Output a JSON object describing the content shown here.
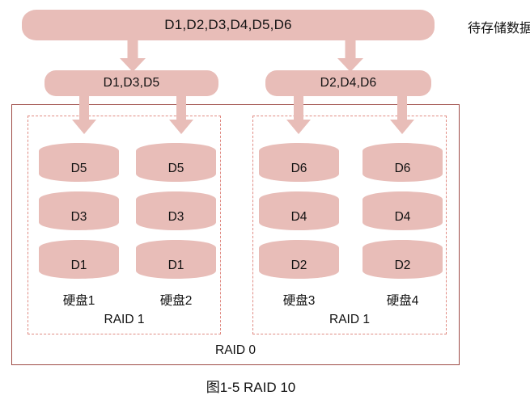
{
  "figure": {
    "caption": "图1-5  RAID 10",
    "side_label": "待存储数据",
    "colors": {
      "fill": "#e8bdb8",
      "outer_border": "#9e4b46",
      "dashed_border": "#e08b83",
      "text": "#111111"
    }
  },
  "source_bar": {
    "label": "D1,D2,D3,D4,D5,D6"
  },
  "stripe_bars": [
    {
      "label": "D1,D3,D5"
    },
    {
      "label": "D2,D4,D6"
    }
  ],
  "arrows": {
    "top_to_stripe": [
      {
        "name": "arrow-source-to-stripe-left"
      },
      {
        "name": "arrow-source-to-stripe-right"
      }
    ],
    "stripe_to_disk": [
      {
        "name": "arrow-stripe-left-to-disk1"
      },
      {
        "name": "arrow-stripe-left-to-disk2"
      },
      {
        "name": "arrow-stripe-right-to-disk3"
      },
      {
        "name": "arrow-stripe-right-to-disk4"
      }
    ]
  },
  "raid0": {
    "label": "RAID 0"
  },
  "raid1_groups": [
    {
      "label": "RAID 1",
      "disks": [
        {
          "name": "硬盘1",
          "blocks": [
            "D5",
            "D3",
            "D1"
          ]
        },
        {
          "name": "硬盘2",
          "blocks": [
            "D5",
            "D3",
            "D1"
          ]
        }
      ]
    },
    {
      "label": "RAID 1",
      "disks": [
        {
          "name": "硬盘3",
          "blocks": [
            "D6",
            "D4",
            "D2"
          ]
        },
        {
          "name": "硬盘4",
          "blocks": [
            "D6",
            "D4",
            "D2"
          ]
        }
      ]
    }
  ]
}
